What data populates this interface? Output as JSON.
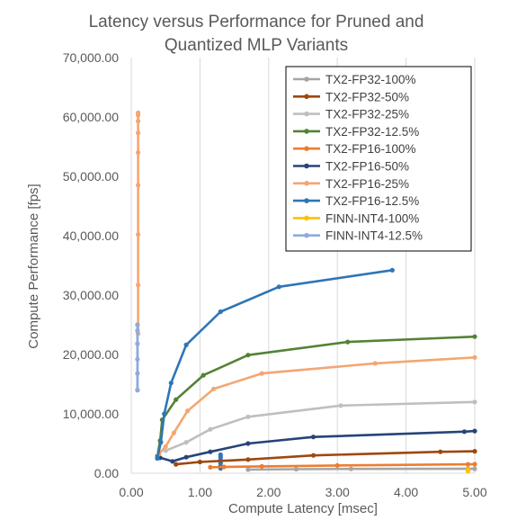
{
  "chart_data": {
    "type": "line",
    "title_lines": [
      "Latency versus Performance for Pruned and",
      "Quantized MLP Variants"
    ],
    "xlabel": "Compute Latency [msec]",
    "ylabel": "Compute Performance [fps]",
    "xlim": [
      0,
      5
    ],
    "ylim": [
      0,
      70000
    ],
    "x_ticks": [
      "0.00",
      "1.00",
      "2.00",
      "3.00",
      "4.00",
      "5.00"
    ],
    "y_ticks": [
      "0.00",
      "10,000.00",
      "20,000.00",
      "30,000.00",
      "40,000.00",
      "50,000.00",
      "60,000.00",
      "70,000.00"
    ],
    "grid": "vertical",
    "legend_position": "top-right",
    "series": [
      {
        "name": "TX2-FP32-100%",
        "color": "#a5a5a5",
        "points": [
          [
            1.7,
            600
          ],
          [
            2.4,
            680
          ],
          [
            3.2,
            720
          ],
          [
            4.9,
            740
          ],
          [
            5.0,
            745
          ]
        ]
      },
      {
        "name": "TX2-FP32-50%",
        "color": "#9e480e",
        "points": [
          [
            0.65,
            1500
          ],
          [
            1.0,
            1900
          ],
          [
            1.7,
            2300
          ],
          [
            2.65,
            3000
          ],
          [
            4.5,
            3600
          ],
          [
            5.0,
            3700
          ]
        ]
      },
      {
        "name": "TX2-FP32-25%",
        "color": "#bfbfbf",
        "points": [
          [
            0.5,
            3800
          ],
          [
            0.8,
            5200
          ],
          [
            1.15,
            7400
          ],
          [
            1.7,
            9500
          ],
          [
            3.05,
            11400
          ],
          [
            5.0,
            12000
          ]
        ]
      },
      {
        "name": "TX2-FP32-12.5%",
        "color": "#548235",
        "points": [
          [
            0.38,
            2900
          ],
          [
            0.42,
            5500
          ],
          [
            0.45,
            9000
          ],
          [
            0.65,
            12400
          ],
          [
            1.05,
            16500
          ],
          [
            1.7,
            19900
          ],
          [
            3.15,
            22100
          ],
          [
            5.0,
            23000
          ]
        ]
      },
      {
        "name": "TX2-FP16-100%",
        "color": "#ed7d31",
        "points": [
          [
            1.15,
            1000
          ],
          [
            1.35,
            1060
          ],
          [
            1.9,
            1150
          ],
          [
            3.0,
            1300
          ],
          [
            4.9,
            1500
          ],
          [
            5.0,
            1520
          ]
        ]
      },
      {
        "name": "TX2-FP16-50%",
        "color": "#264478",
        "points": [
          [
            0.42,
            2600
          ],
          [
            0.6,
            2000
          ],
          [
            0.8,
            2700
          ],
          [
            1.15,
            3600
          ],
          [
            1.7,
            5000
          ],
          [
            2.65,
            6100
          ],
          [
            4.85,
            7000
          ],
          [
            5.0,
            7100
          ]
        ]
      },
      {
        "name": "TX2-FP16-25%",
        "color": "#f4a671",
        "points": [
          [
            0.4,
            3200
          ],
          [
            0.5,
            4500
          ],
          [
            0.62,
            6800
          ],
          [
            0.82,
            10500
          ],
          [
            1.2,
            14200
          ],
          [
            1.9,
            16800
          ],
          [
            3.55,
            18500
          ],
          [
            5.0,
            19500
          ]
        ]
      },
      {
        "name": "TX2-FP16-12.5%",
        "color": "#2e75b6",
        "points": [
          [
            0.38,
            2500
          ],
          [
            0.43,
            5200
          ],
          [
            0.48,
            10000
          ],
          [
            0.58,
            15200
          ],
          [
            0.8,
            21600
          ],
          [
            1.3,
            27200
          ],
          [
            2.15,
            31400
          ],
          [
            3.8,
            34200
          ]
        ]
      },
      {
        "name": "FINN-INT4-100%",
        "color": "#ffc000",
        "points": [
          [
            4.9,
            350
          ],
          [
            4.9,
            600
          ]
        ]
      },
      {
        "name": "FINN-INT4-12.5%",
        "color": "#8faadc",
        "points": [
          [
            0.09,
            14000
          ],
          [
            0.09,
            25000
          ]
        ]
      }
    ],
    "extra_series": [
      {
        "name": "TX2-FP16-25%-vertical",
        "color": "#f4a671",
        "points": [
          [
            0.1,
            23500
          ],
          [
            0.1,
            31700
          ],
          [
            0.1,
            40200
          ],
          [
            0.1,
            48500
          ],
          [
            0.1,
            54000
          ],
          [
            0.1,
            57300
          ],
          [
            0.1,
            59300
          ],
          [
            0.1,
            60300
          ],
          [
            0.1,
            60700
          ]
        ]
      },
      {
        "name": "FINN-INT4-12.5%-cluster",
        "color": "#8faadc",
        "points": [
          [
            0.09,
            14000
          ],
          [
            0.09,
            16800
          ],
          [
            0.09,
            19200
          ],
          [
            0.09,
            21800
          ],
          [
            0.09,
            24000
          ],
          [
            0.09,
            25000
          ]
        ]
      },
      {
        "name": "TX2-FP16-12.5%-vertical",
        "color": "#2e75b6",
        "points": [
          [
            1.3,
            800
          ],
          [
            1.3,
            1200
          ],
          [
            1.3,
            1700
          ],
          [
            1.3,
            2200
          ],
          [
            1.3,
            2700
          ],
          [
            1.3,
            3100
          ]
        ]
      }
    ]
  }
}
